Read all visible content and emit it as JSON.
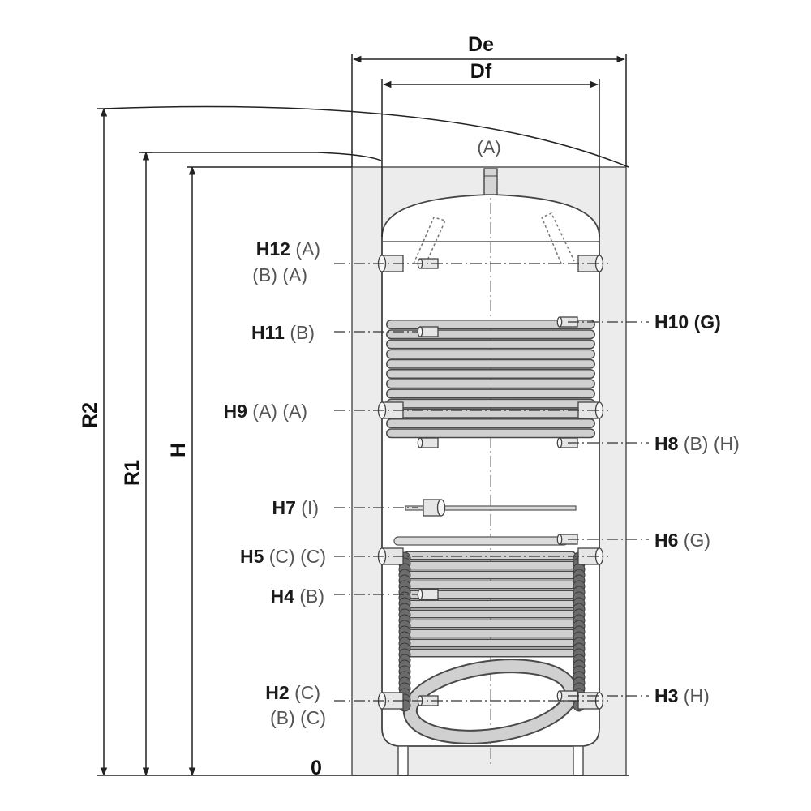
{
  "dimensions": {
    "outer_diameter": "De",
    "inner_diameter": "Df",
    "tilt_height": "R2",
    "total_height": "R1",
    "height": "H",
    "zero": "0"
  },
  "top_connection": "(A)",
  "labels": {
    "h12": {
      "code": "H12",
      "line1": "(A)",
      "line2": "(B) (A)"
    },
    "h11": {
      "code": "H11",
      "rest": "(B)"
    },
    "h10": {
      "code": "H10",
      "rest": "(G)"
    },
    "h9": {
      "code": "H9",
      "rest": "(A) (A)"
    },
    "h8": {
      "code": "H8",
      "rest": "(B) (H)"
    },
    "h7": {
      "code": "H7",
      "rest": "(I)"
    },
    "h6": {
      "code": "H6",
      "rest": "(G)"
    },
    "h5": {
      "code": "H5",
      "rest": "(C) (C)"
    },
    "h4": {
      "code": "H4",
      "rest": "(B)"
    },
    "h3": {
      "code": "H3",
      "rest": "(H)"
    },
    "h2": {
      "code": "H2",
      "line1": "(C)",
      "line2": "(B) (C)"
    }
  },
  "colors": {
    "insulation": "#ececec",
    "tank_body": "#ffffff",
    "coil": "#d0d0d0",
    "coil_outline": "#4a4a4a",
    "anode": "#6b6b6b",
    "line": "#222222"
  }
}
